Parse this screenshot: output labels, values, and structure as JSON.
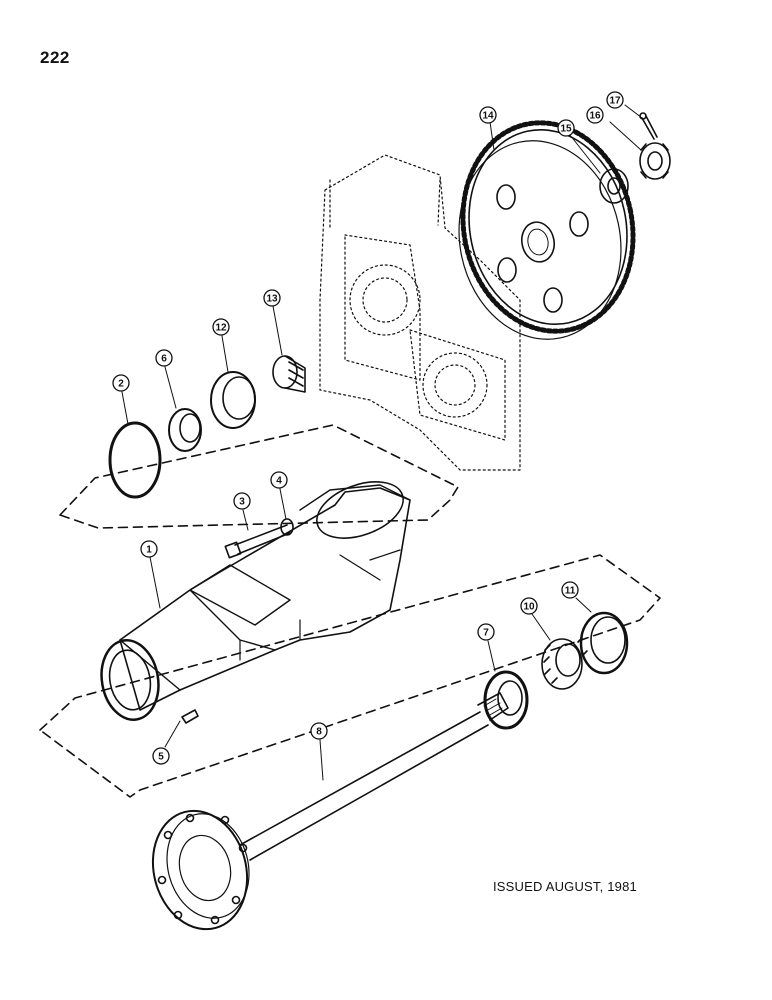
{
  "page": {
    "number": "222",
    "issued": "ISSUED AUGUST, 1981"
  },
  "callouts": [
    {
      "id": "c1",
      "label": "1"
    },
    {
      "id": "c2",
      "label": "2"
    },
    {
      "id": "c3",
      "label": "3"
    },
    {
      "id": "c4",
      "label": "4"
    },
    {
      "id": "c5",
      "label": "5"
    },
    {
      "id": "c6",
      "label": "6"
    },
    {
      "id": "c7",
      "label": "7"
    },
    {
      "id": "c8",
      "label": "8"
    },
    {
      "id": "c10",
      "label": "10"
    },
    {
      "id": "c11",
      "label": "11"
    },
    {
      "id": "c12",
      "label": "12"
    },
    {
      "id": "c13",
      "label": "13"
    },
    {
      "id": "c14",
      "label": "14"
    },
    {
      "id": "c15",
      "label": "15"
    },
    {
      "id": "c16",
      "label": "16"
    },
    {
      "id": "c17",
      "label": "17"
    }
  ]
}
